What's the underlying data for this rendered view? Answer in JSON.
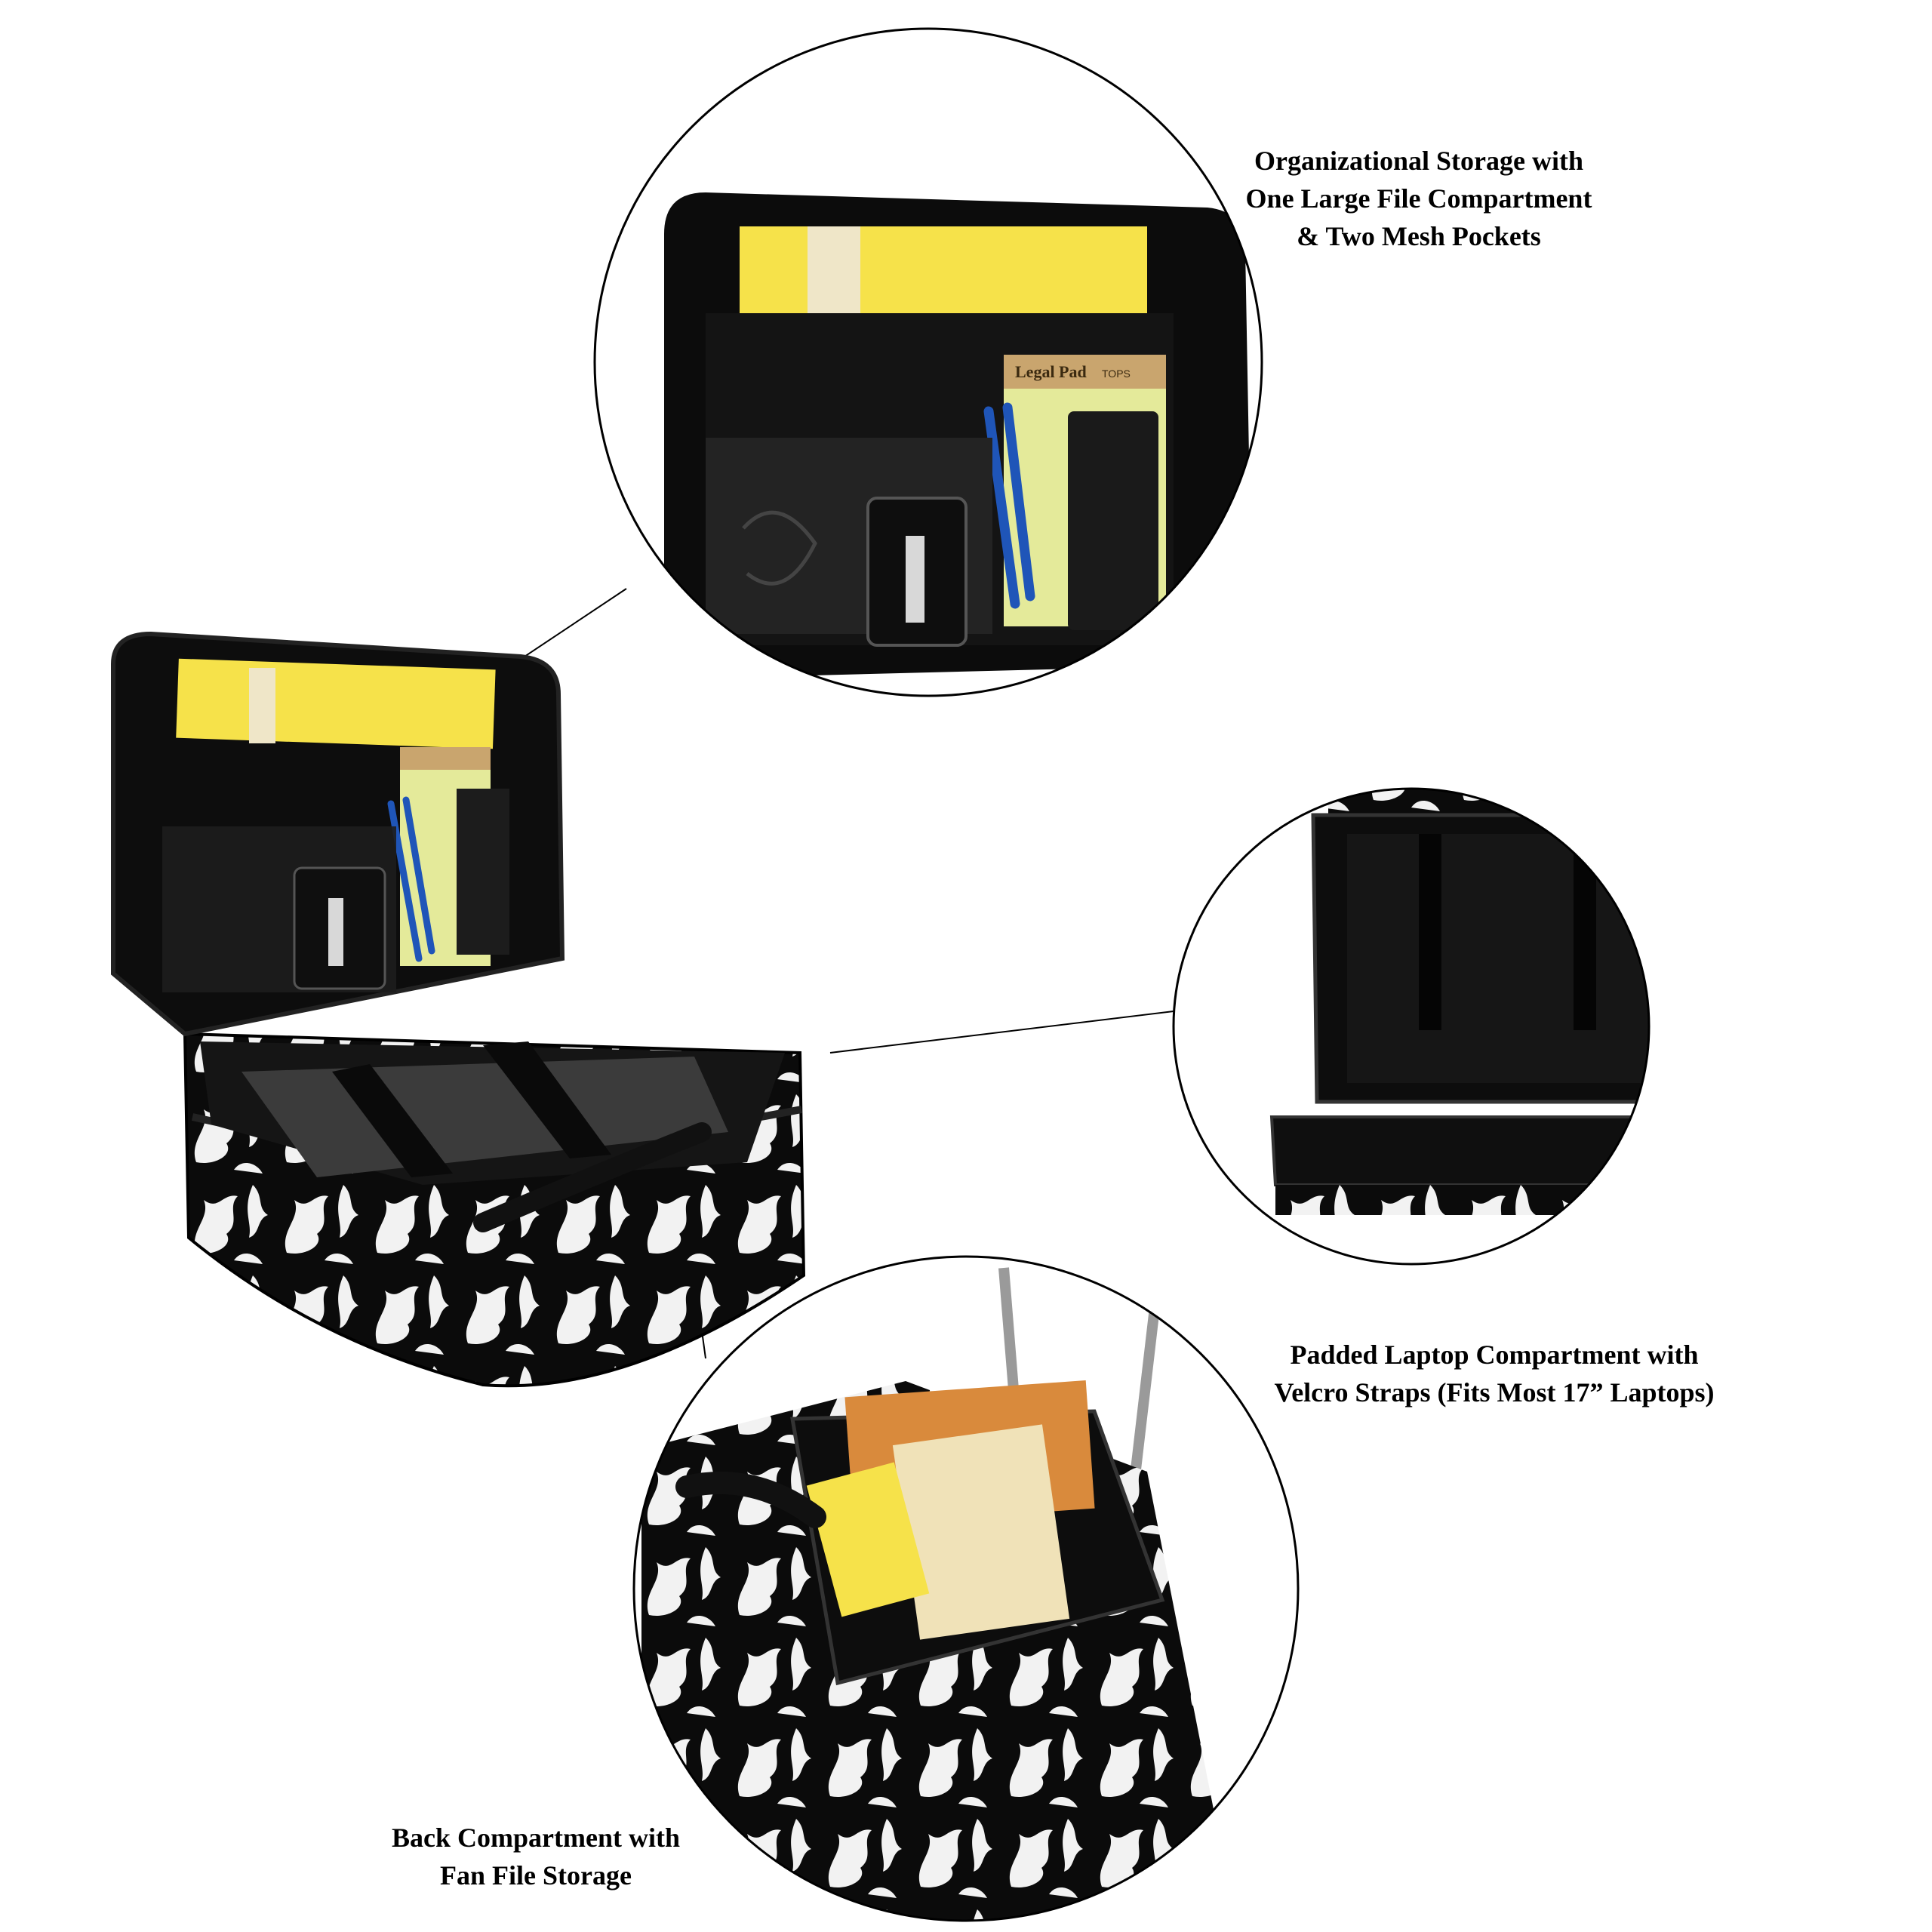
{
  "captions": {
    "organizational": {
      "line1": "Organizational Storage with",
      "line2": "One Large File Compartment",
      "line3": "& Two Mesh Pockets"
    },
    "laptop": {
      "line1": "Padded Laptop Compartment with",
      "line2": "Velcro Straps (Fits Most 17” Laptops)"
    },
    "back": {
      "line1": "Back Compartment with",
      "line2": "Fan File Storage"
    }
  },
  "labels": {
    "legal_pad": "Legal Pad",
    "brand": "TOPS"
  },
  "colors": {
    "bag_black": "#0b0b0b",
    "damask_white": "#f4f4f4",
    "folder_yellow": "#f6e24a",
    "pen_blue": "#1f55b8",
    "circle_stroke": "#000000"
  }
}
